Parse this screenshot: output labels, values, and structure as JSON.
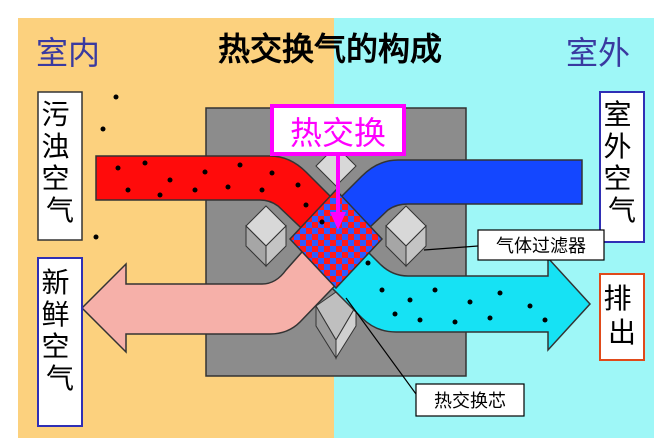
{
  "title": "热交换气的构成",
  "indoor_label": "室内",
  "outdoor_label": "室外",
  "heat_exchange_label": "热交换",
  "left_top_box": "污浊空气",
  "left_bottom_box": "新鲜空气",
  "right_top_box": "室外空气",
  "right_bottom_box": "排出",
  "callouts": {
    "filter": "气体过滤器",
    "core": "热交换芯"
  },
  "colors": {
    "indoor_bg": "#fcd17e",
    "outdoor_bg": "#9ef7f7",
    "dirty_air": "#ff0b0b",
    "fresh_air": "#f6b0a9",
    "outdoor_air": "#1447ff",
    "exhaust_air": "#16e2f4",
    "heat_exchange_label": "#ff00ff"
  }
}
